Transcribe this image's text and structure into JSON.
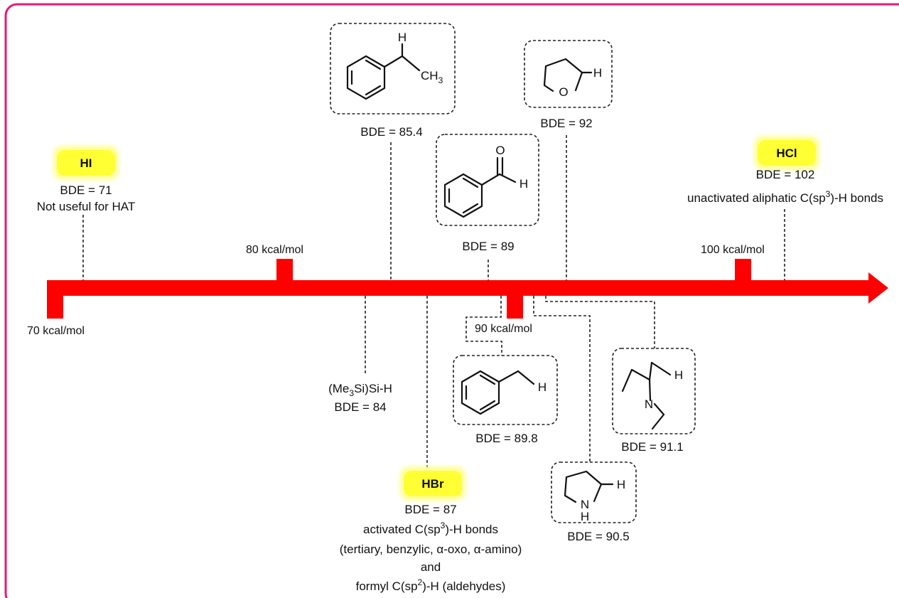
{
  "axis": {
    "ticks": {
      "t70": "70 kcal/mol",
      "t80": "80 kcal/mol",
      "t90": "90 kcal/mol",
      "t100": "100 kcal/mol"
    }
  },
  "acids": {
    "hi": {
      "badge": "HI",
      "line1": "BDE = 71",
      "line2": "Not useful for HAT"
    },
    "hbr": {
      "badge": "HBr",
      "line1": "BDE = 87",
      "line2": "activated C(sp",
      "line2_sup": "3",
      "line2_end": ")-H bonds",
      "line3": "(tertiary, benzylic, α-oxo, α-amino)",
      "line4": "and",
      "line5": "formyl C(sp",
      "line5_sup": "2",
      "line5_end": ")-H (aldehydes)"
    },
    "hcl": {
      "badge": "HCl",
      "line1": "BDE = 102",
      "line2": "unactivated aliphatic C(sp",
      "line2_sup": "3",
      "line2_end": ")-H bonds"
    }
  },
  "substrates": {
    "ethylbenzene": {
      "bde": "BDE = 85.4",
      "atom_h": "H",
      "atom_ch": "CH",
      "atom_ch_sub": "3"
    },
    "thf": {
      "bde": "BDE = 92",
      "atom_o": "O",
      "atom_h": "H"
    },
    "benzaldehyde": {
      "bde": "BDE = 89",
      "atom_o": "O",
      "atom_h": "H"
    },
    "silane": {
      "line1_a": "(Me",
      "line1_sub": "3",
      "line1_b": "Si)Si-H",
      "line2": "BDE = 84"
    },
    "toluene": {
      "bde": "BDE = 89.8",
      "atom_h": "H"
    },
    "pyrrolidine": {
      "bde": "BDE = 90.5",
      "atom_n": "N",
      "atom_nh": "H",
      "atom_h": "H"
    },
    "triethylamine": {
      "bde": "BDE = 91.1",
      "atom_n": "N",
      "atom_h": "H"
    }
  },
  "colors": {
    "frame": "#e8197a",
    "axis": "#ff0000",
    "badge_fill": "#ffff33",
    "badge_glow": "#ffff99"
  }
}
